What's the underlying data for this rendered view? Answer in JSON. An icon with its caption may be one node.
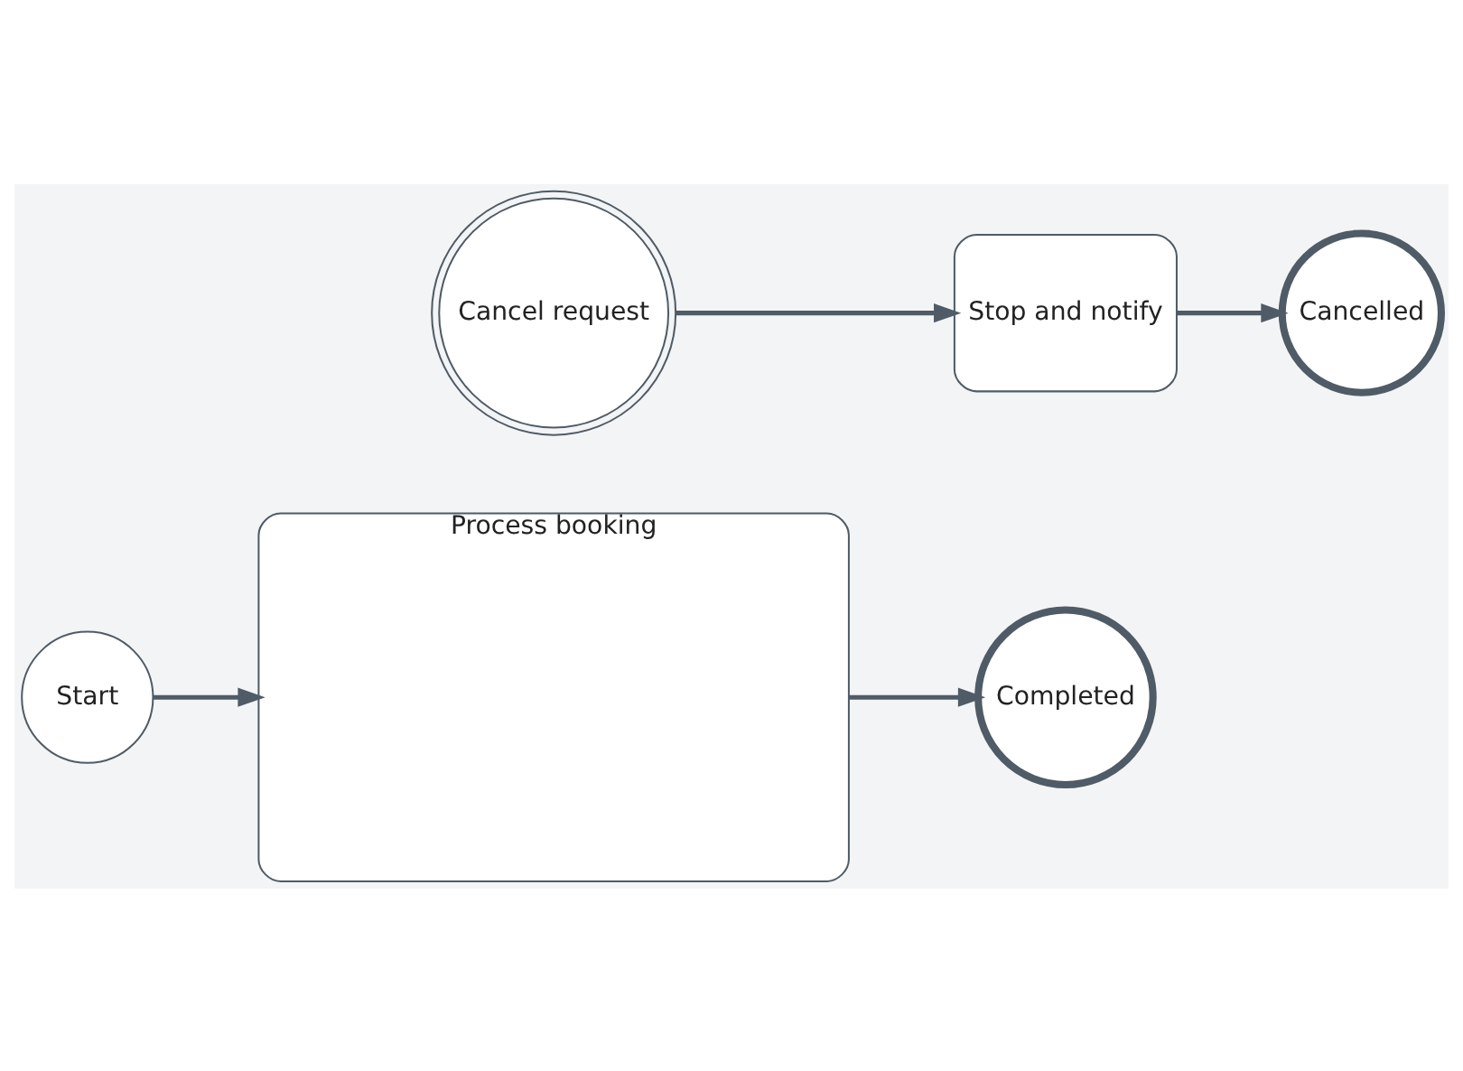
{
  "diagram": {
    "nodes": [
      {
        "text": [
          "Start"
        ]
      },
      {
        "text": [
          "Process booking"
        ]
      },
      {
        "text": [
          "Completed"
        ]
      },
      {
        "text": [
          "Cancel request"
        ]
      },
      {
        "text": [
          "Stop and notify"
        ]
      },
      {
        "text": [
          "Cancelled"
        ]
      }
    ],
    "edges": [
      {
        "from": 0,
        "to": 1,
        "arrow": "to"
      },
      {
        "from": 1,
        "to": 2,
        "arrow": "to"
      },
      {
        "from": 3,
        "to": 4,
        "arrow": "to"
      },
      {
        "from": 4,
        "to": 5,
        "arrow": "to"
      }
    ]
  }
}
